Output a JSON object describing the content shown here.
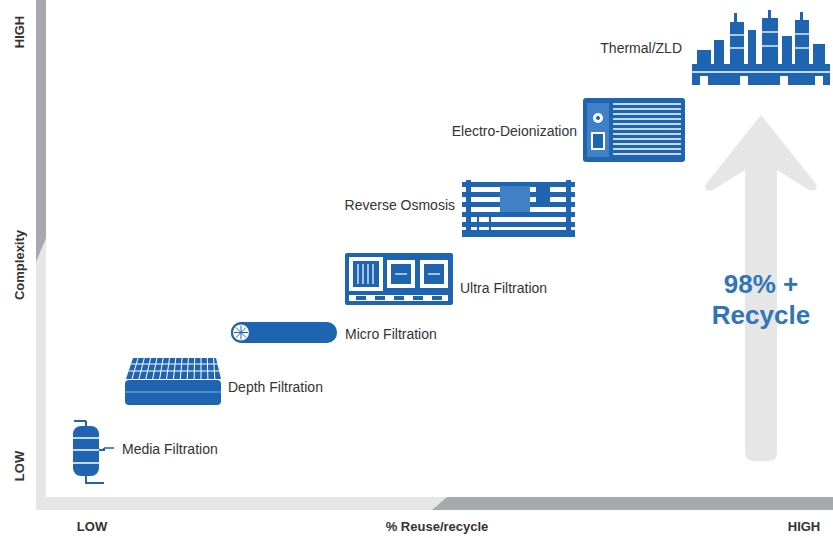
{
  "diagram": {
    "nodes": [
      {
        "text": [
          "98% + Recycle"
        ]
      }
    ],
    "labels": [
      "HIGH",
      "Complexity",
      "LOW",
      "LOW",
      "% Reuse/recycle",
      "HIGH",
      "Media Filtration",
      "Depth Filtration",
      "Micro Filtration",
      "Ultra Filtration",
      "Reverse Osmosis",
      "Electro-Deionization",
      "Thermal/ZLD"
    ]
  }
}
